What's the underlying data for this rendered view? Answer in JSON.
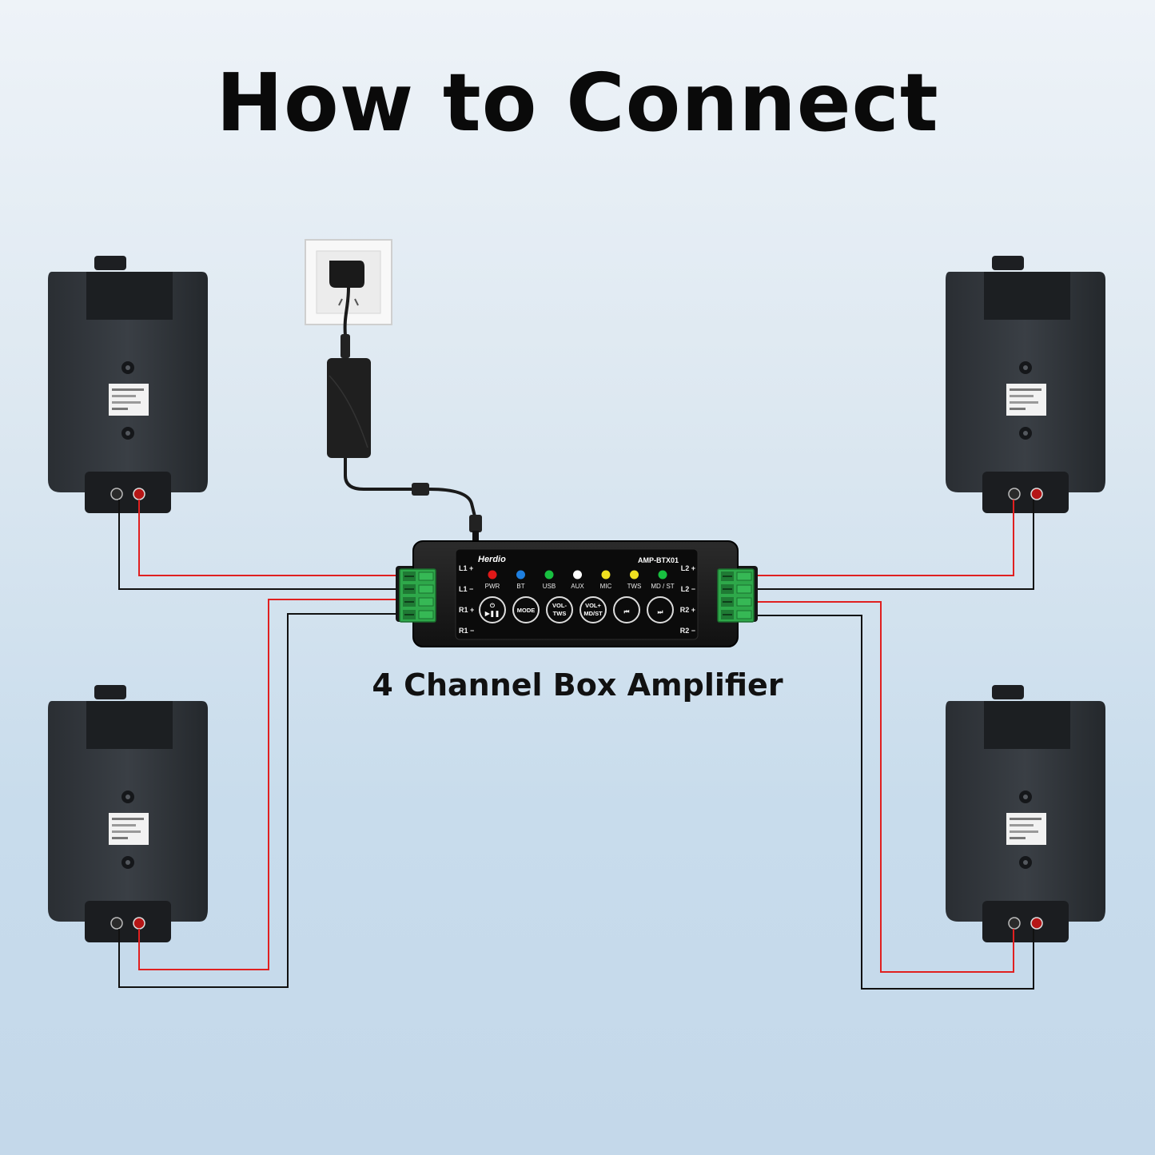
{
  "title": "How to Connect",
  "amplifier": {
    "caption": "4 Channel Box Amplifier",
    "brand": "Herdio",
    "model": "AMP-BTX01",
    "indicators": [
      {
        "label": "PWR",
        "color": "#e01818"
      },
      {
        "label": "BT",
        "color": "#1e7fe0"
      },
      {
        "label": "USB",
        "color": "#18c040"
      },
      {
        "label": "AUX",
        "color": "#ffffff"
      },
      {
        "label": "MIC",
        "color": "#f0e020"
      },
      {
        "label": "TWS",
        "color": "#f0e020"
      },
      {
        "label": "MD / ST",
        "color": "#18c040"
      }
    ],
    "buttons": [
      {
        "line1": "⏻",
        "line2": "▶❚❚",
        "icon": "power-play-pause-icon"
      },
      {
        "line1": "MODE",
        "line2": "",
        "icon": "mode-icon"
      },
      {
        "line1": "VOL-",
        "line2": "TWS",
        "icon": "vol-down-icon"
      },
      {
        "line1": "VOL+",
        "line2": "MD/ST",
        "icon": "vol-up-icon"
      },
      {
        "line1": "⏮",
        "line2": "",
        "icon": "previous-icon"
      },
      {
        "line1": "⏭",
        "line2": "",
        "icon": "next-icon"
      }
    ],
    "left_terminals": [
      "L1 +",
      "L1 −",
      "R1 +",
      "R1 −"
    ],
    "right_terminals": [
      "L2 +",
      "L2 −",
      "R2 +",
      "R2 −"
    ]
  },
  "wire_colors": {
    "positive": "#e02020",
    "negative": "#111111"
  }
}
